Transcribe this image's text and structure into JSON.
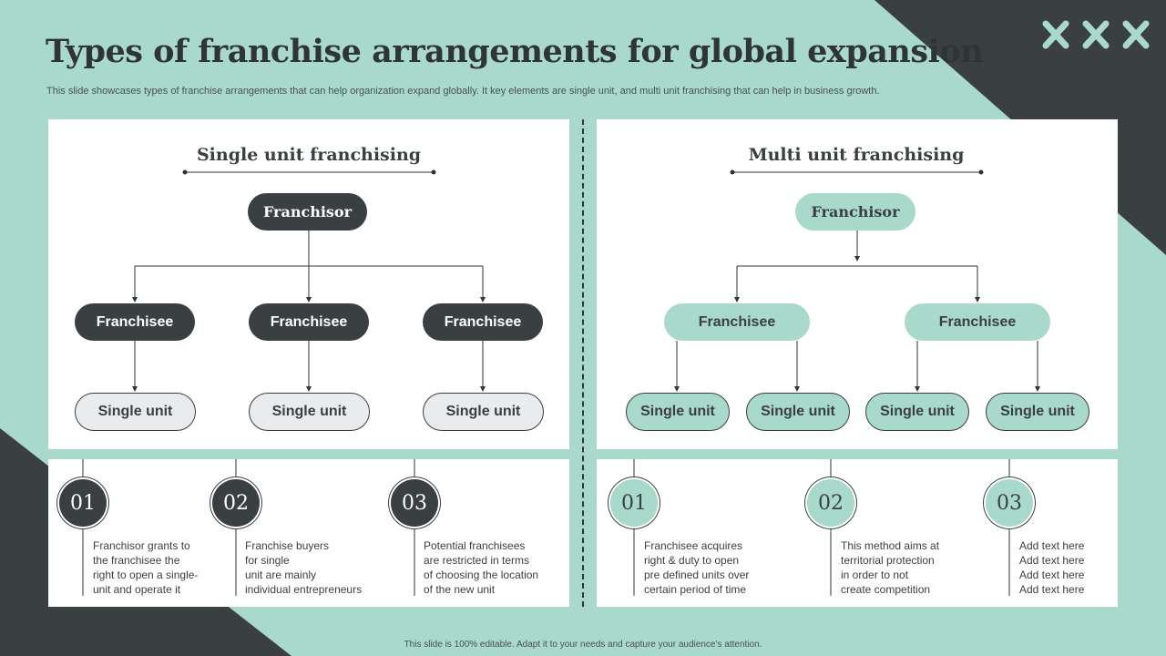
{
  "title": "Types of franchise arrangements for global expansion",
  "subtitle": "This slide showcases types of franchise arrangements that can help organization expand globally. It key elements are single unit, and multi unit franchising that can help in business growth.",
  "colors": {
    "accent": "#a9d9ca",
    "dark": "#3a3f42",
    "panel": "#ffffff"
  },
  "logo_icon": "three-x-marks-icon",
  "single": {
    "heading": "Single unit franchising",
    "franchisor": "Franchisor",
    "franchisees": [
      "Franchisee",
      "Franchisee",
      "Franchisee"
    ],
    "units": [
      "Single unit",
      "Single unit",
      "Single unit"
    ],
    "notes": [
      {
        "num": "01",
        "text": "Franchisor grants to\nthe franchisee the\nright to open a single-\nunit and operate it"
      },
      {
        "num": "02",
        "text": "Franchise buyers\nfor single\nunit are mainly\nindividual entrepreneurs"
      },
      {
        "num": "03",
        "text": "Potential franchisees\nare restricted in terms\nof choosing the location\nof the new unit"
      }
    ]
  },
  "multi": {
    "heading": "Multi unit franchising",
    "franchisor": "Franchisor",
    "franchisees": [
      "Franchisee",
      "Franchisee"
    ],
    "units": [
      "Single unit",
      "Single unit",
      "Single unit",
      "Single unit"
    ],
    "notes": [
      {
        "num": "01",
        "text": "Franchisee acquires\nright & duty to open\npre defined units over\ncertain period of time"
      },
      {
        "num": "02",
        "text": "This method aims at\nterritorial protection\nin order to not\ncreate competition"
      },
      {
        "num": "03",
        "text": "Add text here\nAdd text here\nAdd text here\nAdd text here"
      }
    ]
  },
  "footer": "This slide is 100% editable. Adapt it to your needs and capture your audience’s attention."
}
